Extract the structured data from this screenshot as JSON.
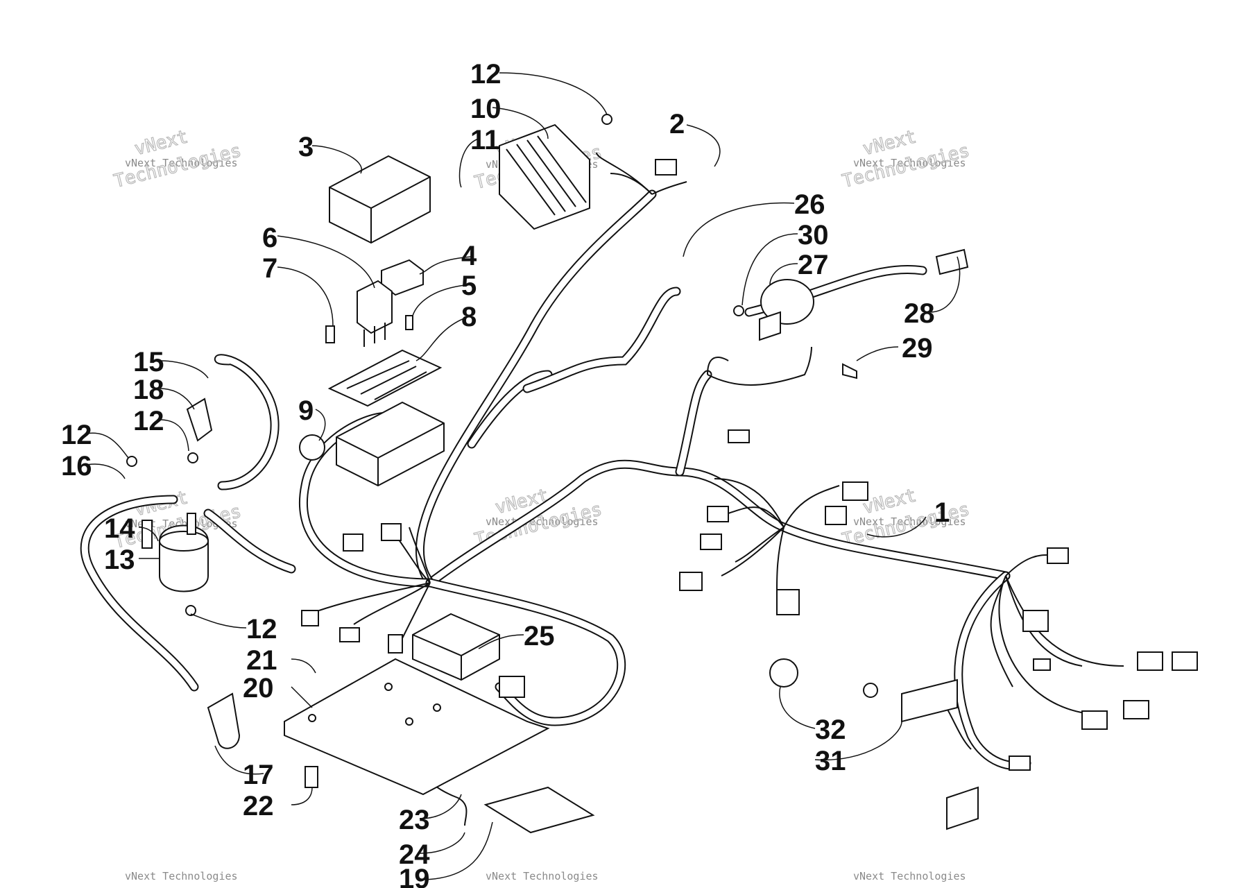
{
  "watermark": {
    "line1": "vNext",
    "line2": "vNext Technologies",
    "line3": "Technologies"
  },
  "callouts": [
    "1",
    "2",
    "3",
    "4",
    "5",
    "6",
    "7",
    "8",
    "9",
    "10",
    "11",
    "12",
    "12",
    "12",
    "12",
    "13",
    "14",
    "15",
    "16",
    "17",
    "18",
    "19",
    "20",
    "21",
    "22",
    "23",
    "24",
    "25",
    "26",
    "27",
    "28",
    "29",
    "30",
    "31",
    "32"
  ],
  "colors": {
    "ink": "#111111",
    "watermark": "#8a8a8a",
    "background": "#ffffff"
  }
}
